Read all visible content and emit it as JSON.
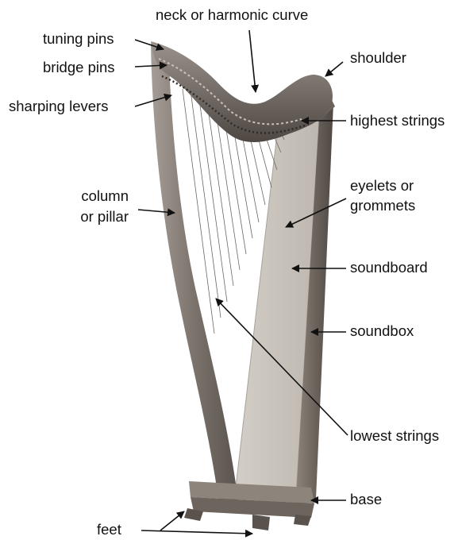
{
  "labels": {
    "neck": "neck or harmonic curve",
    "tuning_pins": "tuning pins",
    "bridge_pins": "bridge pins",
    "sharping_levers": "sharping levers",
    "shoulder": "shoulder",
    "highest_strings": "highest strings",
    "column_line1": "column",
    "column_line2": "or pillar",
    "eyelets_line1": "eyelets or",
    "eyelets_line2": "grommets",
    "soundboard": "soundboard",
    "soundbox": "soundbox",
    "lowest_strings": "lowest strings",
    "base": "base",
    "feet": "feet"
  },
  "colors": {
    "wood_dark": "#5e5650",
    "wood_mid": "#8a817a",
    "wood_light": "#b8b0a8",
    "soundboard": "#c9c4bd",
    "string": "#6a6662",
    "arrow": "#111111"
  }
}
